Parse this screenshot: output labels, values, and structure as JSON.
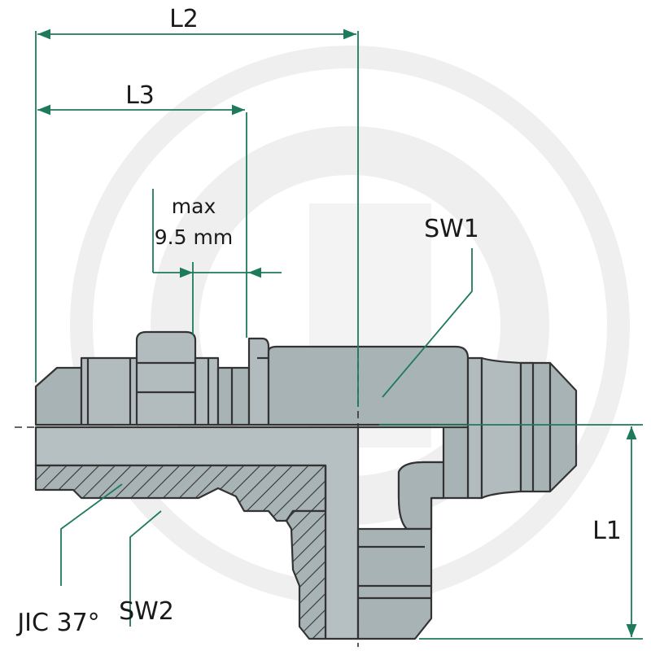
{
  "labels": {
    "l2": "L2",
    "l3": "L3",
    "max_line1": "max",
    "max_line2": "9.5 mm",
    "sw1": "SW1",
    "l1": "L1",
    "jic": "JIC 37°",
    "sw2": "SW2"
  },
  "colors": {
    "body_fill": "#a8b3b6",
    "body_light": "#b6c0c3",
    "outline": "#333333",
    "dim_line": "#1e7a5c",
    "leader": "#1e7a5c",
    "watermark": "#eeeeee"
  }
}
